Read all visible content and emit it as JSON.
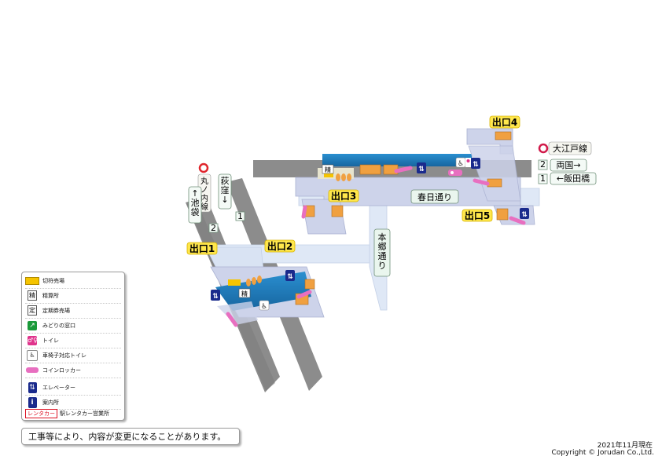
{
  "lines": {
    "oedo": "大江戸線",
    "marunouchi": "丸ノ内線"
  },
  "directions": {
    "ryogoku": "両国→",
    "iidabashi": "←飯田橋",
    "ogikubo": "荻窪↓",
    "ikebukuro": "↑池袋"
  },
  "platforms": {
    "oedo_2": "2",
    "oedo_1": "1",
    "maru_2": "2",
    "maru_1": "1"
  },
  "exits": {
    "e1": "出口1",
    "e2": "出口2",
    "e3": "出口3",
    "e4": "出口4",
    "e5": "出口5"
  },
  "streets": {
    "kasuga": "春日通り",
    "hongo": "本郷通り"
  },
  "map_labels": {
    "seisan_upper": "精",
    "seisan_lower": "精"
  },
  "legend": {
    "items": [
      {
        "icon": "ticket-machine-icon",
        "label": "切符売場"
      },
      {
        "icon": "fare-adjustment-icon",
        "glyph": "精",
        "label": "精算所"
      },
      {
        "icon": "commuter-pass-icon",
        "glyph": "定",
        "label": "定期券売場"
      },
      {
        "icon": "midori-window-icon",
        "label": "みどりの窓口"
      },
      {
        "icon": "toilet-icon",
        "label": "トイレ"
      },
      {
        "icon": "accessible-toilet-icon",
        "label": "車椅子対応トイレ"
      },
      {
        "icon": "coin-locker-icon",
        "label": "コインロッカー"
      },
      {
        "icon": "elevator-icon",
        "label": "エレベーター"
      },
      {
        "icon": "information-icon",
        "glyph": "i",
        "label": "案内所"
      },
      {
        "icon": "rent-a-car-icon",
        "glyph": "レンタカー",
        "label": "駅レンタカー営業所"
      }
    ]
  },
  "notice": "工事等により、内容が変更になることがあります。",
  "date": "2021年11月現在",
  "copyright": "Copyright © Jorudan Co.,Ltd.",
  "colors": {
    "platform_gray": "#8c8c8c",
    "concourse_lavender": "#cdd3ea",
    "passage_blue": "#e3ecf8",
    "oedo_blue": "#1e7bbf",
    "exit_yellow": "#ffe74c",
    "stairs_orange": "#f0a040",
    "escalator_pink": "#e86fc0",
    "elevator_navy": "#1a2a8c"
  }
}
